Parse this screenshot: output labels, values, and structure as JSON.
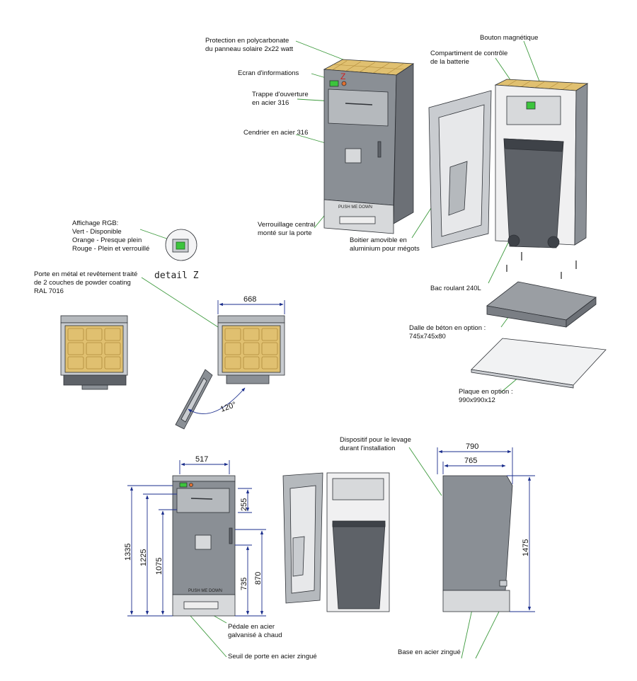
{
  "labels": {
    "protection": [
      "Protection en polycarbonate",
      "du panneau solaire 2x22 watt"
    ],
    "ecran": [
      "Ecran d'informations"
    ],
    "trappe": [
      "Trappe d'ouverture",
      "en acier 316"
    ],
    "cendrier": [
      "Cendrier en acier 316"
    ],
    "verrouillage": [
      "Verrouillage central",
      "monté sur la porte"
    ],
    "boitier": [
      "Boitier amovible en",
      "aluminium pour mégots"
    ],
    "bouton": [
      "Bouton magnétique"
    ],
    "compartiment": [
      "Compartiment de contrôle",
      "de la batterie"
    ],
    "affichage": [
      "Affichage RGB:",
      "Vert - Disponible",
      "Orange - Presque plein",
      "Rouge - Plein et verrouillé"
    ],
    "porte": [
      "Porte en métal et revêtement traité",
      "de 2 couches de powder coating",
      "RAL 7016"
    ],
    "bac": [
      "Bac roulant 240L"
    ],
    "dalle": [
      "Dalle de béton en option :",
      "745x745x80"
    ],
    "plaque": [
      "Plaque en option :",
      "990x990x12"
    ],
    "dispositif": [
      "Dispositif pour le levage",
      "durant l'installation"
    ],
    "pedale": [
      "Pédale en acier",
      "galvanisé à chaud"
    ],
    "seuil": [
      "Seuil de porte en acier zingué"
    ],
    "base": [
      "Base en acier zingué"
    ]
  },
  "detail_label": "detail Z",
  "z_marker": "Z",
  "front_label": "PUSH ME DOWN",
  "dimensions": {
    "top_width": "668",
    "open_angle": "120°",
    "front_width": "517",
    "front_h1": "1335",
    "front_h2": "1225",
    "front_h3": "1075",
    "front_h4": "735",
    "front_h5": "870",
    "front_h6": "255",
    "side_w1": "790",
    "side_w2": "765",
    "side_h": "1475"
  },
  "colors": {
    "body": "#8a8f95",
    "body_light": "#b5b9bd",
    "body_dark": "#5e6268",
    "base": "#d7d9db",
    "solar": "#e0c070",
    "solar_grid": "#b08a3a",
    "dim_line": "#1a2d8c",
    "leader": "#3d9a3d",
    "edge": "#2e3136",
    "green_led": "#3cc43c"
  }
}
